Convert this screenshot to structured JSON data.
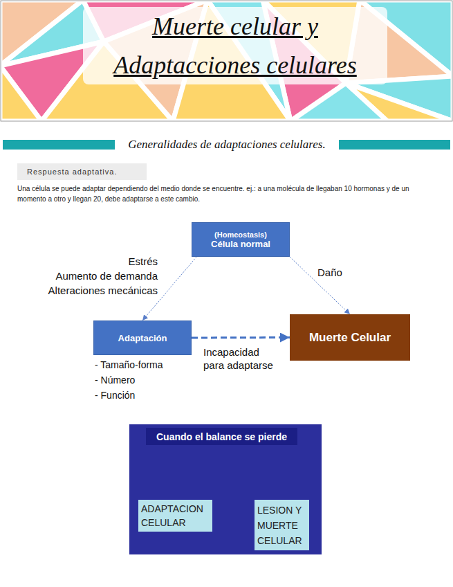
{
  "diagram": {
    "title": "Muerte celular y Adaptacciones celulares",
    "nodes": [
      {
        "text": [
          "Respuesta adaptativa."
        ]
      },
      {
        "text": [
          "(Homeostasis)",
          "Célula normal"
        ]
      },
      {
        "text": [
          "Adaptación"
        ]
      },
      {
        "text": [
          "Muerte Celular"
        ]
      },
      {
        "text": []
      },
      {
        "text": [
          "Cuando el balance se pierde"
        ],
        "in": 4
      },
      {
        "text": [
          "ADAPTACION CELULAR"
        ],
        "in": 4
      },
      {
        "text": [
          "LESION Y MUERTE CELULAR"
        ],
        "in": 4
      }
    ],
    "edges": [
      {
        "from": 1,
        "to": 2,
        "arrow": "to"
      },
      {
        "from": 1,
        "to": 3,
        "label": "Daño",
        "arrow": "to"
      },
      {
        "from": 2,
        "to": 3,
        "label": "Incapacidad para adaptarse",
        "arrow": "to"
      },
      {
        "from": 5,
        "to": 6,
        "arrow": "none"
      },
      {
        "from": 5,
        "to": 7,
        "arrow": "none"
      }
    ],
    "labels": [
      "Generalidades de adaptaciones celulares.",
      "Una célula se puede adaptar dependiendo del medio donde se encuentre. ej.: a una molécula de llegaban 10 hormonas y de un momento a otro y llegan 20, debe adaptarse a este cambio.",
      "Estrés",
      "Aumento de demanda",
      "Alteraciones mecánicas",
      "- Tamaño-forma",
      "- Número",
      "- Función"
    ]
  }
}
